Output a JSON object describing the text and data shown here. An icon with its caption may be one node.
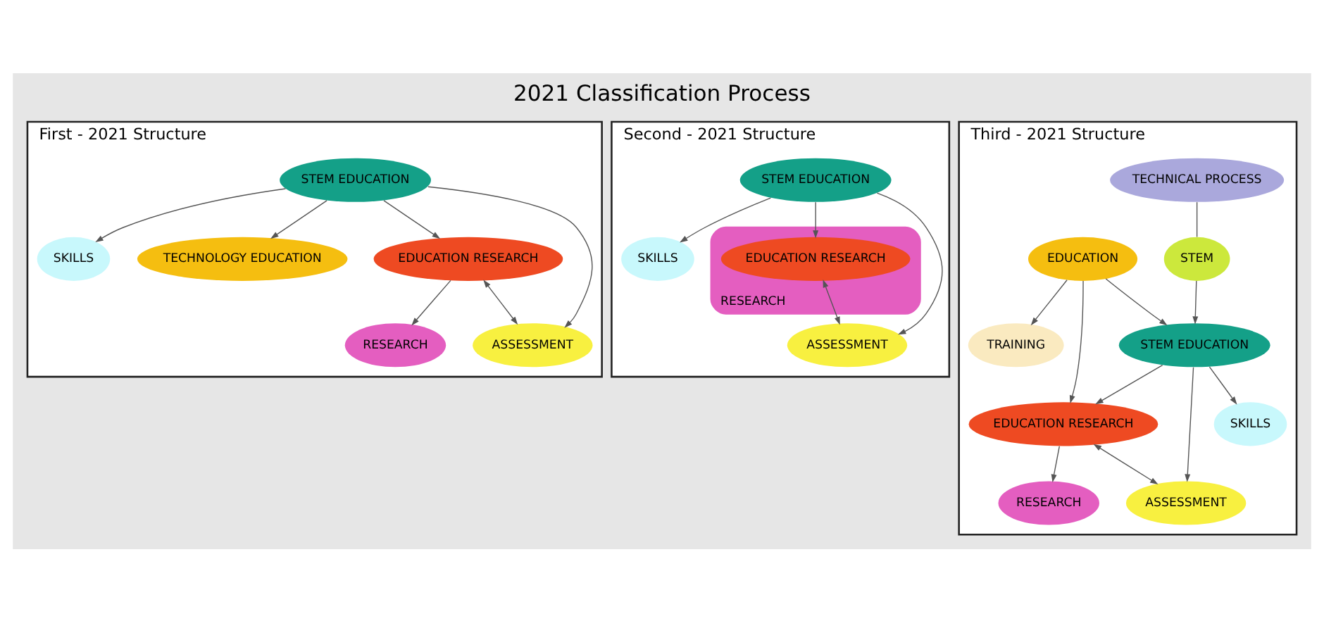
{
  "diagram": {
    "title": "2021 Classification Process",
    "nodes": [
      {
        "text": [
          "First - 2021 Structure"
        ]
      },
      {
        "text": [
          "SKILLS"
        ],
        "in": 0
      },
      {
        "text": [
          "TECHNOLOGY EDUCATION"
        ],
        "in": 0
      },
      {
        "text": [
          "STEM EDUCATION"
        ],
        "in": 0
      },
      {
        "text": [
          "EDUCATION RESEARCH"
        ],
        "in": 0
      },
      {
        "text": [
          "ASSESSMENT"
        ],
        "in": 0
      },
      {
        "text": [
          "RESEARCH"
        ],
        "in": 0
      },
      {
        "text": [
          "Second - 2021 Structure"
        ]
      },
      {
        "text": [
          "SKILLS"
        ],
        "in": 7
      },
      {
        "text": [
          "STEM EDUCATION"
        ],
        "in": 7
      },
      {
        "text": [
          "RESEARCH"
        ],
        "in": 7
      },
      {
        "text": [
          "EDUCATION RESEARCH"
        ],
        "in": 10
      },
      {
        "text": [
          "ASSESSMENT"
        ],
        "in": 7
      },
      {
        "text": [
          "Third - 2021 Structure"
        ]
      },
      {
        "text": [
          "TECHNICAL PROCESS"
        ],
        "in": 13
      },
      {
        "text": [
          "TRAINING"
        ],
        "in": 13
      },
      {
        "text": [
          "STEM"
        ],
        "in": 13
      },
      {
        "text": [
          "EDUCATION"
        ],
        "in": 13
      },
      {
        "text": [
          "STEM EDUCATION"
        ],
        "in": 13
      },
      {
        "text": [
          "SKILLS"
        ],
        "in": 13
      },
      {
        "text": [
          "EDUCATION RESEARCH"
        ],
        "in": 13
      },
      {
        "text": [
          "ASSESSMENT"
        ],
        "in": 13
      },
      {
        "text": [
          "RESEARCH"
        ],
        "in": 13
      }
    ],
    "edges": [
      {
        "from": 3,
        "to": 1,
        "arrow": "to"
      },
      {
        "from": 3,
        "to": 2,
        "arrow": "to"
      },
      {
        "from": 3,
        "to": 4,
        "arrow": "to"
      },
      {
        "from": 3,
        "to": 5,
        "arrow": "to"
      },
      {
        "from": 4,
        "to": 5,
        "arrow": "both"
      },
      {
        "from": 4,
        "to": 6,
        "arrow": "to"
      },
      {
        "from": 9,
        "to": 8,
        "arrow": "to"
      },
      {
        "from": 9,
        "to": 11,
        "arrow": "to"
      },
      {
        "from": 9,
        "to": 12,
        "arrow": "to"
      },
      {
        "from": 11,
        "to": 12,
        "arrow": "both"
      },
      {
        "from": 14,
        "to": 16,
        "arrow": "none"
      },
      {
        "from": 17,
        "to": 15,
        "arrow": "to"
      },
      {
        "from": 16,
        "to": 18,
        "arrow": "to"
      },
      {
        "from": 17,
        "to": 18,
        "arrow": "to"
      },
      {
        "from": 17,
        "to": 20,
        "arrow": "to"
      },
      {
        "from": 18,
        "to": 19,
        "arrow": "to"
      },
      {
        "from": 18,
        "to": 20,
        "arrow": "to"
      },
      {
        "from": 18,
        "to": 21,
        "arrow": "to"
      },
      {
        "from": 20,
        "to": 21,
        "arrow": "both"
      },
      {
        "from": 20,
        "to": 22,
        "arrow": "to"
      }
    ]
  }
}
